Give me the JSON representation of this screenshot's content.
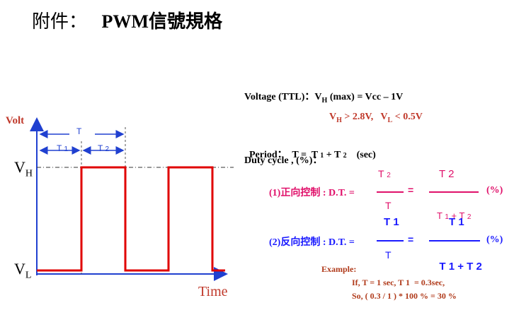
{
  "title": {
    "prefix": "附件：",
    "main": "PWM信號規格"
  },
  "colors": {
    "signal": "#e00000",
    "axis": "#2040d0",
    "vh_spec": "#c0392b",
    "forward": "#e0106a",
    "reverse": "#1a1aff",
    "example": "#b03a1a"
  },
  "waveform": {
    "y_axis_label": "Volt",
    "x_axis_label": "Time",
    "vh_label": "V",
    "vh_sub": "H",
    "vl_label": "V",
    "vl_sub": "L",
    "period_label": "T",
    "t1_label": "T",
    "t1_sub": "1",
    "t2_label": "T",
    "t2_sub": "2"
  },
  "specs": {
    "voltage_prefix": "Voltage (TTL)：V",
    "voltage_sub": "H",
    "voltage_suffix": " (max) = Vcc – 1V",
    "vh_cond_v": "V",
    "vh_cond_sub": "H",
    "vh_cond_val": " > 2.8V,   V",
    "vl_cond_sub": "L",
    "vl_cond_val": " < 0.5V",
    "period_text": "Period：  T =  T",
    "period_sub1": "1",
    "period_plus": " + T",
    "period_sub2": "2",
    "period_unit": "    (sec)",
    "duty_text": "Duty cycle , (%)："
  },
  "forward": {
    "label": "(1)正向控制 : D.T. =",
    "num": "T",
    "num_sub": "2",
    "den": "T",
    "eq": "=",
    "num2": "T",
    "num2_sub": "2",
    "den2_a": "T",
    "den2_sub1": "1",
    "den2_plus": " + T",
    "den2_sub2": "2",
    "unit": "(%)"
  },
  "reverse": {
    "label": "(2)反向控制 : D.T. =",
    "num": "T",
    "num_sub": "1",
    "den": "T",
    "eq": "=",
    "num2": "T",
    "num2_sub": "1",
    "den2_a": "T",
    "den2_sub1": "1",
    "den2_plus": " + T",
    "den2_sub2": "2",
    "unit": "(%)"
  },
  "example": {
    "heading": "Example:",
    "line1": "If, T = 1 sec, T 1  = 0.3sec,",
    "line2": "So, ( 0.3 / 1 ) * 100 % = 30 %"
  }
}
